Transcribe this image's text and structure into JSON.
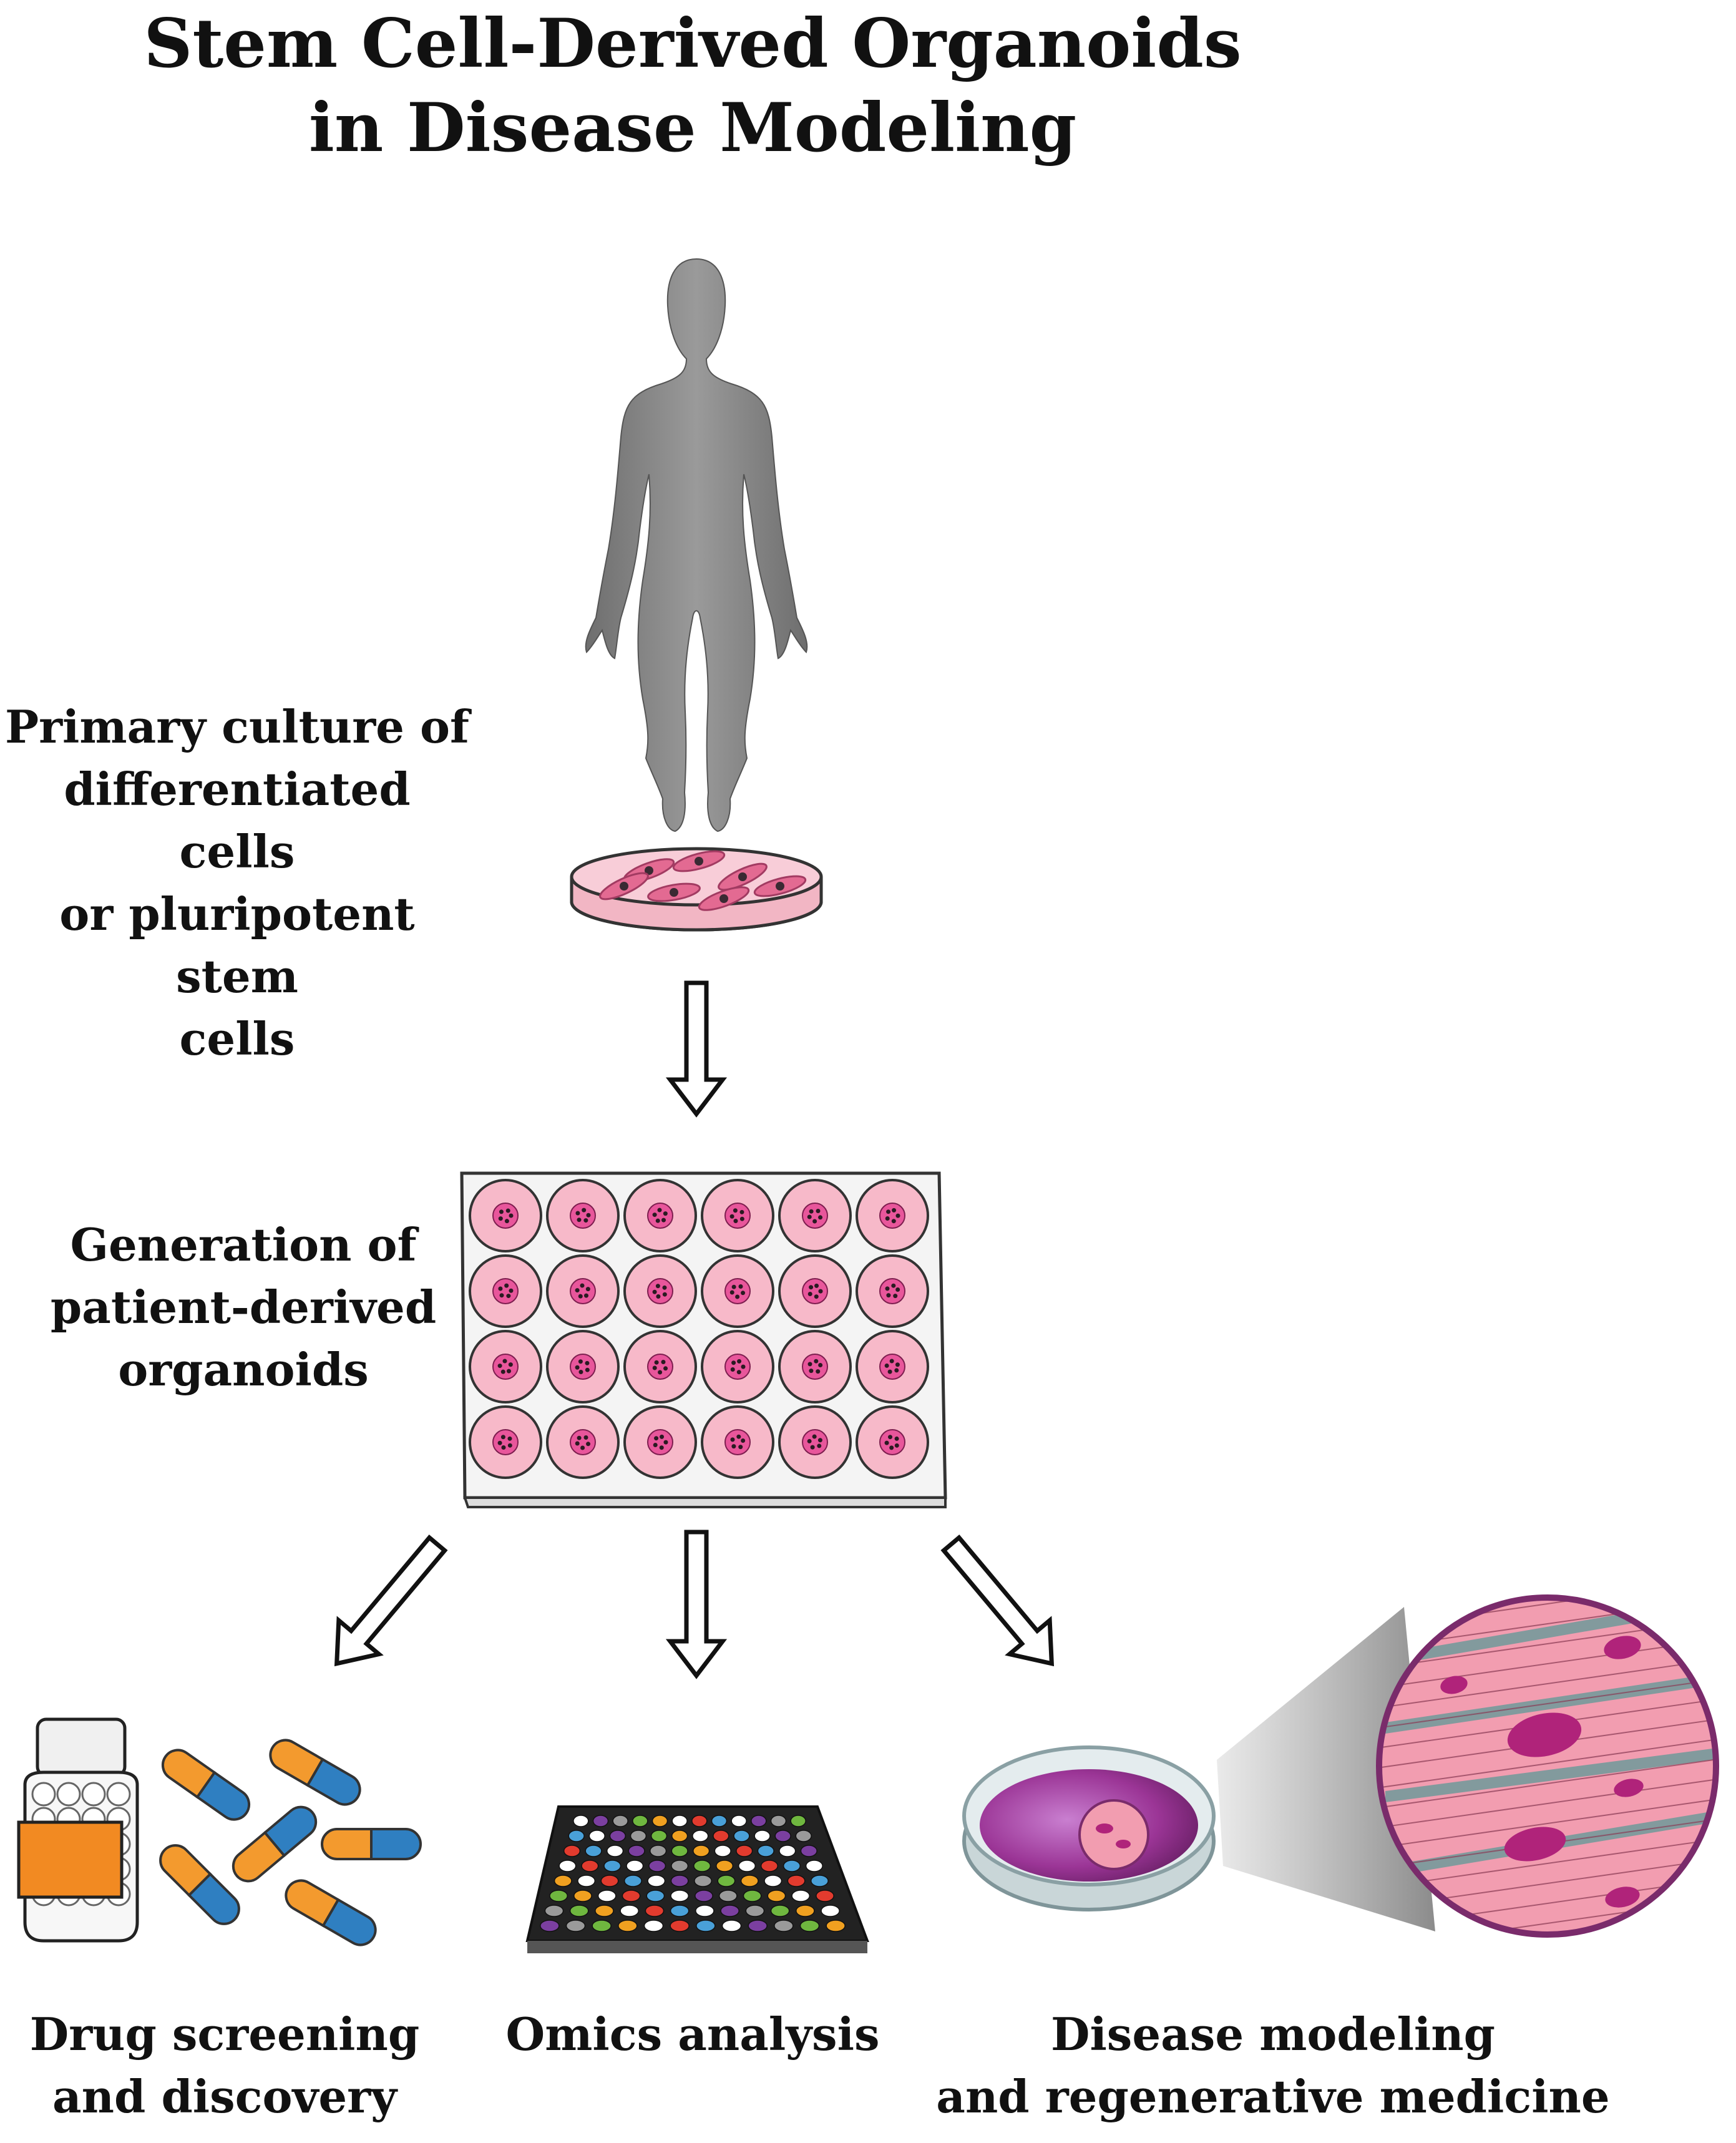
{
  "title": {
    "line1": "Stem Cell-Derived Organoids",
    "line2": "in Disease Modeling"
  },
  "labels": {
    "primary_culture": [
      "Primary culture of",
      "differentiated cells",
      "or pluripotent stem",
      "cells"
    ],
    "generation": [
      "Generation of",
      "patient-derived",
      "organoids"
    ],
    "drug": [
      "Drug screening",
      "and discovery"
    ],
    "omics": [
      "Omics analysis"
    ],
    "disease": [
      "Disease modeling",
      "and regenerative medicine"
    ]
  },
  "colors": {
    "silhouette": "#8a8a8a",
    "culture_pink": "#f2b6c4",
    "cell_pink": "#e36a92",
    "well_pink": "#f7b9c9",
    "organoid_magenta": "#e8569b",
    "capsule_orange": "#f39a2e",
    "capsule_blue": "#2f7fc1",
    "tissue_pink": "#f29db0",
    "nucleus_purple": "#b0237a",
    "teal": "#6f9a9a",
    "dish_purple": "#8d2a86"
  },
  "icons": [
    "human-silhouette-icon",
    "petri-dish-icon",
    "well-plate-icon",
    "pill-bottle-icon",
    "capsule-icon",
    "microplate-icon",
    "tissue-magnifier-icon"
  ]
}
